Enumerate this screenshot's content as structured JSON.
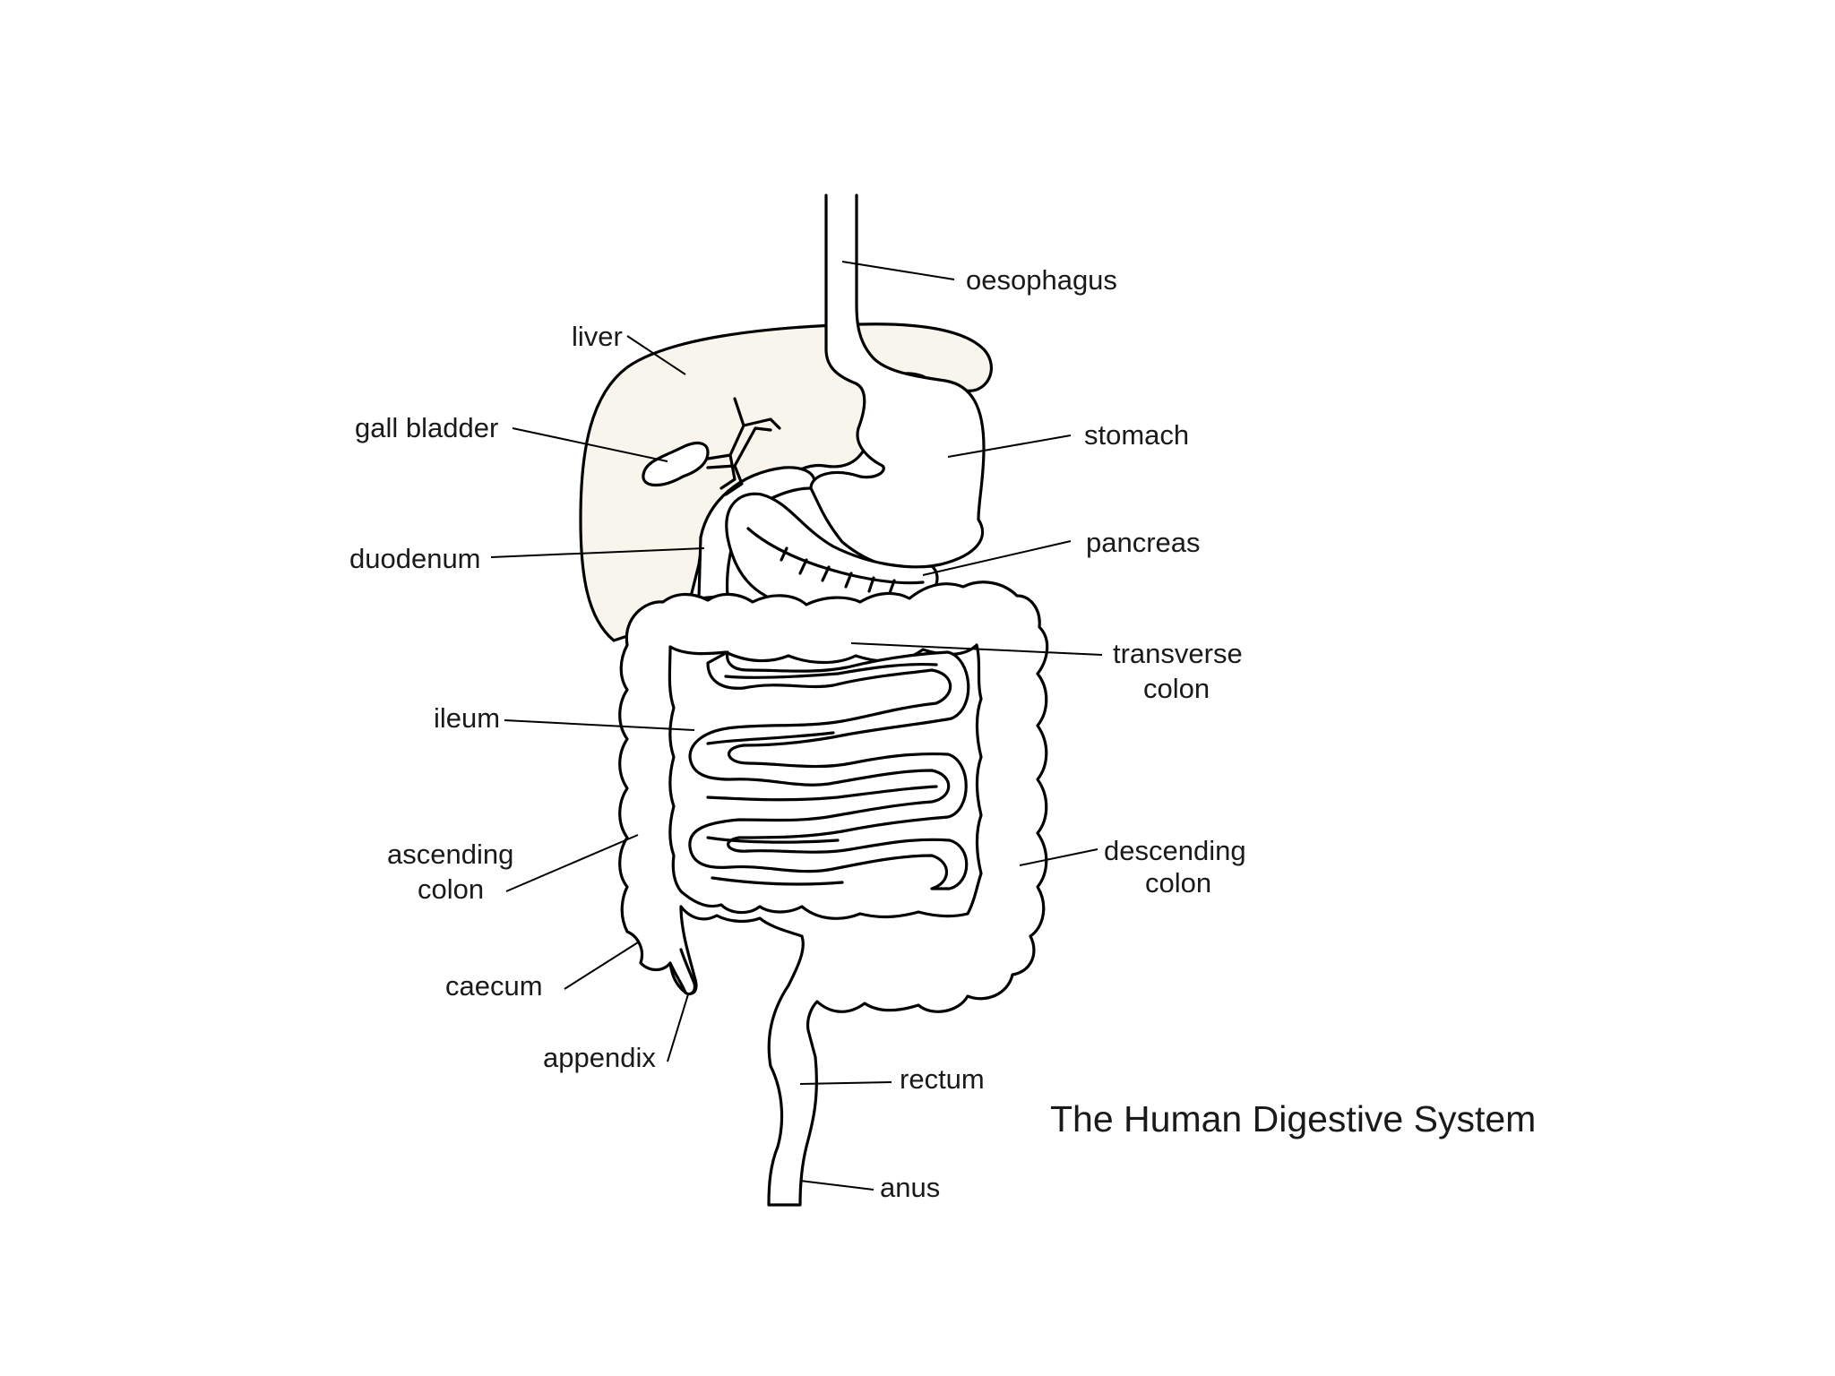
{
  "title": "The Human Digestive System",
  "colors": {
    "liver_fill": "#f8f6ec",
    "outline": "#000000",
    "background": "#ffffff"
  },
  "labels": {
    "oesophagus": "oesophagus",
    "liver": "liver",
    "gall_bladder": "gall bladder",
    "stomach": "stomach",
    "duodenum": "duodenum",
    "pancreas": "pancreas",
    "transverse_colon": [
      "transverse",
      "colon"
    ],
    "ileum": "ileum",
    "ascending_colon": [
      "ascending",
      "colon"
    ],
    "descending_colon": [
      "descending",
      "colon"
    ],
    "caecum": "caecum",
    "appendix": "appendix",
    "rectum": "rectum",
    "anus": "anus"
  }
}
